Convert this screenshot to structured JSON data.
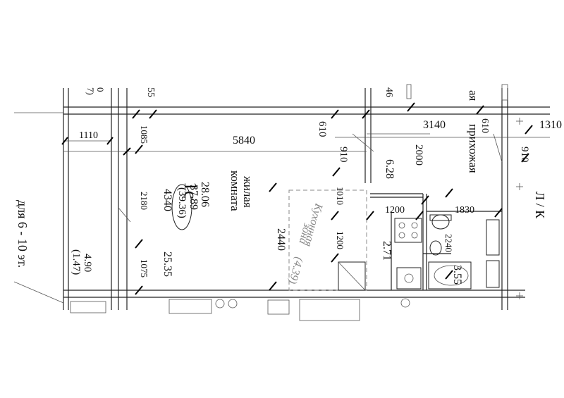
{
  "plan": {
    "apartment_type": "1с",
    "areas": {
      "living": "28.06",
      "total": "37.89",
      "total_with_balcony": "(39.36)",
      "room_width": "4340",
      "room_area_lower": "25.35",
      "hall_area": "6.28",
      "bath_area": "2.71",
      "wc_area": "3.55",
      "kitchen_zone_area": "(4.39)",
      "balcony_area": "4.90",
      "balcony_area_reduced": "(1.47)"
    },
    "labels": {
      "living_room_line1": "жилая",
      "living_room_line2": "комната",
      "hall": "прихожая",
      "hall_partial": "ая",
      "kitchen_zone_line1": "Кухонная",
      "kitchen_zone_line2": "зона",
      "stair": "Л / К",
      "floors_note": "для 6 - 10 эт."
    },
    "dimensions": {
      "d5840": "5840",
      "d3140": "3140",
      "d1310": "1310",
      "d1110": "1110",
      "d1085": "1085",
      "d2180": "2180",
      "d1075": "1075",
      "d610a": "610",
      "d610b": "610",
      "d910a": "910",
      "d910b": "910",
      "d2000": "2000",
      "d1010": "1010",
      "d1200a": "1200",
      "d1200b": "1200",
      "d1830": "1830",
      "d2440": "2440",
      "d2240": "2240",
      "frag_46": "46",
      "frag_55": "55",
      "frag_0": "0",
      "frag_7": "7)"
    }
  }
}
